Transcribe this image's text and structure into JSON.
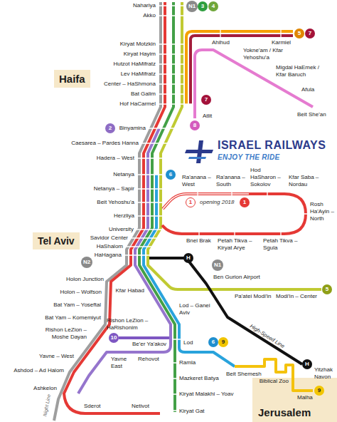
{
  "diagram": {
    "nodes": [
      {
        "text": [
          "Haifa"
        ]
      },
      {
        "text": [
          "Tel Aviv"
        ]
      },
      {
        "text": [
          "Jerusalem"
        ]
      },
      {
        "text": [
          "N1"
        ]
      },
      {
        "text": [
          "3"
        ]
      },
      {
        "text": [
          "4"
        ]
      },
      {
        "text": [
          "5"
        ]
      },
      {
        "text": [
          "7"
        ]
      },
      {
        "text": [
          "7"
        ]
      },
      {
        "text": [
          "8"
        ]
      },
      {
        "text": [
          "2"
        ]
      },
      {
        "text": [
          "6"
        ]
      },
      {
        "text": [
          "1"
        ]
      },
      {
        "text": [
          "1"
        ]
      },
      {
        "text": [
          "N2"
        ]
      },
      {
        "text": [
          "H"
        ]
      },
      {
        "text": [
          "N1"
        ]
      },
      {
        "text": [
          "5"
        ]
      },
      {
        "text": [
          "10"
        ]
      },
      {
        "text": [
          "6"
        ]
      },
      {
        "text": [
          "9"
        ]
      },
      {
        "text": [
          "H"
        ]
      },
      {
        "text": [
          "9"
        ]
      }
    ],
    "labels": [
      "Nahariya",
      "Akko",
      "Kiryat Motzkin",
      "Kiryat Hayim",
      "Hutzot HaMifratz",
      "Lev HaMifratz",
      "Center – HaShmona",
      "Bat Galim",
      "Hof HaCarmel",
      "Ahihud",
      "Karmiel",
      "Yokne'am / Kfar Yehoshu'a",
      "Migdal HaEmek / Kfar Baruch",
      "Afula",
      "Beit She'an",
      "Atlit",
      "Binyamina",
      "Caesarea – Pardes Hanna",
      "Hadera – West",
      "Netanya",
      "Netanya – Sapir",
      "Beit Yehoshu'a",
      "Herzliya",
      "University",
      "Savidor Center",
      "HaShalom",
      "HaHagana",
      "Ra'anana – West",
      "Ra'anana – South",
      "Hod HaSharon – Sokolov",
      "Kfar Saba – Nordau",
      "Rosh Ha'Ayin – North",
      "opening 2018",
      "Bnei Brak",
      "Petah Tikva – Kiryat Arye",
      "Petah Tikva – Sgula",
      "Ben Gurion Airport",
      "Pa'atei Modi'in",
      "Modi'in – Center",
      "Holon Junction",
      "Holon – Wolfson",
      "Bat Yam – Yoseftal",
      "Bat Yam – Komemiyut",
      "Rishon LeZion – Moshe Dayan",
      "Yavne – West",
      "Ashdod – Ad Halom",
      "Ashkelon",
      "Sderot",
      "Netivot",
      "Night Line",
      "Kfar Habad",
      "Lod – Ganei Aviv",
      "Rishon LeZion – HaRishonim",
      "Be'er Ya'akov",
      "Rehovot",
      "Yavne East",
      "Lod",
      "Ramla",
      "Mazkeret Batya",
      "Kiryat Malakhi – Yoav",
      "Kiryat Gat",
      "Beit Shemesh",
      "Biblical Zoo",
      "Malha",
      "Yitzhak Navon",
      "High-Speed Line",
      "ISRAEL RAILWAYS",
      "ENJOY THE RIDE"
    ]
  }
}
